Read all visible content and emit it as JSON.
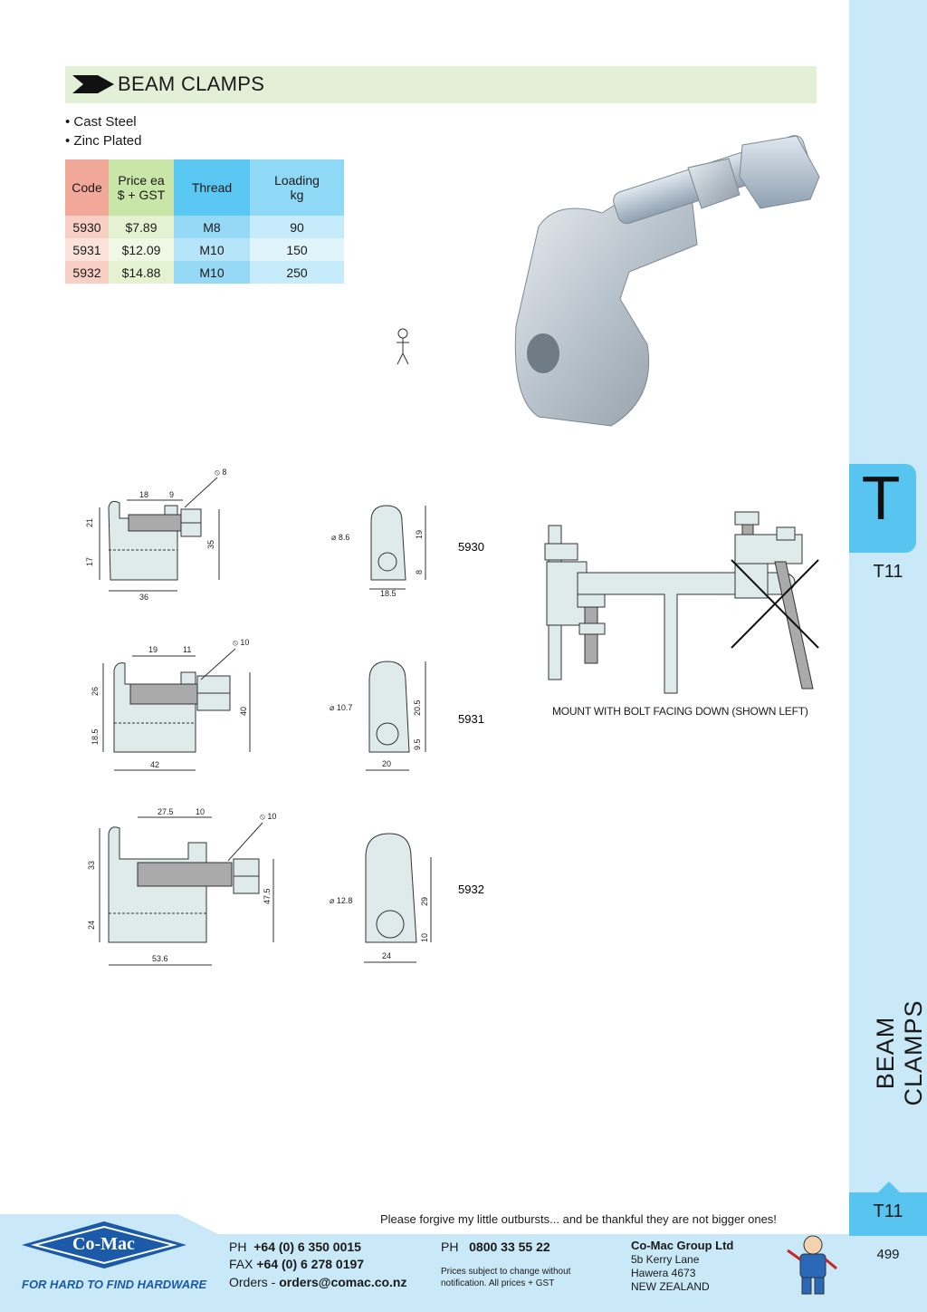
{
  "header": {
    "title": "BEAM CLAMPS"
  },
  "features": [
    "• Cast Steel",
    "• Zinc Plated"
  ],
  "table": {
    "headers": {
      "code": "Code",
      "price_line1": "Price ea",
      "price_line2": "$ + GST",
      "thread": "Thread",
      "loading_line1": "Loading",
      "loading_line2": "kg"
    },
    "rows": [
      {
        "code": "5930",
        "price": "$7.89",
        "thread": "M8",
        "loading": "90"
      },
      {
        "code": "5931",
        "price": "$12.09",
        "thread": "M10",
        "loading": "150"
      },
      {
        "code": "5932",
        "price": "$14.88",
        "thread": "M10",
        "loading": "250"
      }
    ]
  },
  "drawings": {
    "d5930": {
      "top_a": "18",
      "top_b": "9",
      "bolt": "⦸ 8",
      "left_top": "21",
      "left_bottom": "17",
      "height": "35",
      "width": "36",
      "code": "5930",
      "hole": "⌀ 8.6",
      "front_top": "19",
      "front_bottom": "8",
      "front_width": "18.5"
    },
    "d5931": {
      "top_a": "19",
      "top_b": "11",
      "bolt": "⦸ 10",
      "left_top": "26",
      "left_bottom": "18.5",
      "height": "40",
      "width": "42",
      "code": "5931",
      "hole": "⌀ 10.7",
      "front_top": "20.5",
      "front_bottom": "9.5",
      "front_width": "20"
    },
    "d5932": {
      "top_a": "27.5",
      "top_b": "10",
      "bolt": "⦸ 10",
      "left_top": "33",
      "left_bottom": "24",
      "height": "47.5",
      "width": "53.6",
      "code": "5932",
      "hole": "⌀ 12.8",
      "front_top": "29",
      "front_bottom": "10",
      "front_width": "24"
    }
  },
  "mount_caption": "MOUNT WITH BOLT FACING DOWN (SHOWN LEFT)",
  "side": {
    "letter": "T",
    "section_code": "T11",
    "vertical_title": "BEAM CLAMPS",
    "footer_code": "T11",
    "page_number": "499"
  },
  "footer": {
    "tagline": "Please forgive my little outbursts... and be thankful they are not bigger ones!",
    "logo_text": "Co-Mac",
    "brand_tagline": "FOR HARD TO FIND HARDWARE",
    "ph_label": "PH",
    "ph_value": "+64 (0) 6 350 0015",
    "fax_label": "FAX",
    "fax_value": "+64 (0) 6 278 0197",
    "orders_label": "Orders - ",
    "orders_value": "orders@comac.co.nz",
    "ph2_label": "PH",
    "ph2_value": "0800 33 55 22",
    "disclaimer_line1": "Prices subject to change without",
    "disclaimer_line2": "notification. All prices + GST",
    "company": "Co-Mac Group Ltd",
    "addr1": "5b Kerry Lane",
    "addr2": "Hawera 4673",
    "addr3": "NEW ZEALAND"
  },
  "colors": {
    "header_bg": "#e3efd7",
    "side_strip": "#c9e8f8",
    "tab_blue": "#58c5f0",
    "brand_blue": "#1a5aa8"
  }
}
